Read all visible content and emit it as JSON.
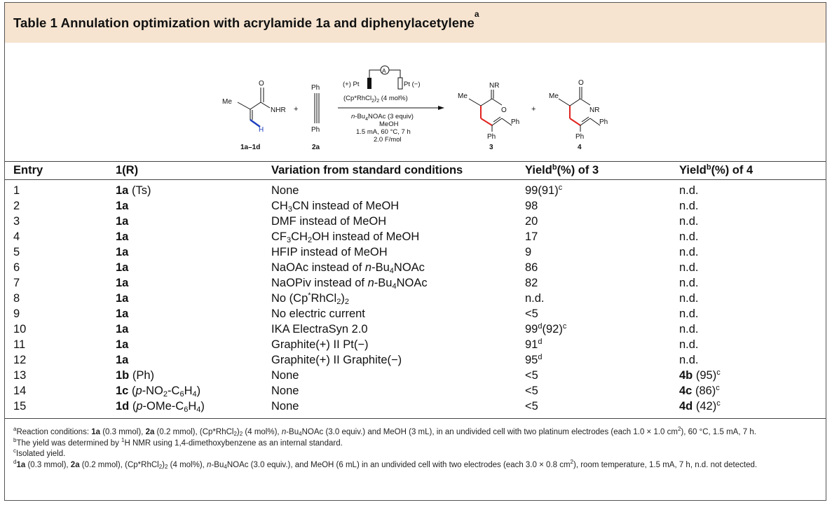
{
  "title": {
    "text": "Table 1 Annulation optimization with acrylamide 1a and diphenylacetylene",
    "sup": "a"
  },
  "scheme": {
    "reactant1_me": "Me",
    "reactant1_o": "O",
    "reactant1_nhr": "NHR",
    "reactant1_h": "H",
    "reactant1_label": "1a–1d",
    "plus1": "+",
    "alkyne_ph_top": "Ph",
    "alkyne_ph_bottom": "Ph",
    "alkyne_label": "2a",
    "cell_anode": "(+) Pt",
    "cell_cathode": "Pt (−)",
    "cell_meter": "A",
    "catalyst": "(Cp*RhCl",
    "catalyst_sub": "2",
    "catalyst_tail": ")",
    "catalyst_sub2": "2",
    "catalyst_load": " (4 mol%)",
    "cond_base_pre": "n",
    "cond_base": "-Bu",
    "cond_base_sub": "4",
    "cond_base_tail": "NOAc (3 equiv)",
    "cond_solvent": "MeOH",
    "cond_params": "1.5 mA, 60 °C, 7 h",
    "cond_charge": "2.0 F/mol",
    "product3_nr": "NR",
    "product3_me": "Me",
    "product3_o": "O",
    "product3_ph_right": "Ph",
    "product3_ph_bottom": "Ph",
    "product3_label": "3",
    "plus2": "+",
    "product4_o": "O",
    "product4_me": "Me",
    "product4_nr": "NR",
    "product4_ph_right": "Ph",
    "product4_ph_bottom": "Ph",
    "product4_label": "4"
  },
  "table": {
    "headers": {
      "entry": "Entry",
      "reagent": "1(R)",
      "variation": "Variation from standard conditions",
      "yield3_a": "Yield",
      "yield3_sup": "b",
      "yield3_b": "(%) of 3",
      "yield4_a": "Yield",
      "yield4_sup": "b",
      "yield4_b": "(%) of 4"
    },
    "rows": [
      {
        "entry": "1",
        "reagent": "1a",
        "reagent_r": " (Ts)",
        "variation": "None",
        "y3": "99(91)",
        "y3_sup": "c",
        "y4": "n.d."
      },
      {
        "entry": "2",
        "reagent": "1a",
        "variation_a": "CH",
        "variation_sub1": "3",
        "variation_b": "CN instead of MeOH",
        "y3": "98",
        "y4": "n.d."
      },
      {
        "entry": "3",
        "reagent": "1a",
        "variation": "DMF instead of MeOH",
        "y3": "20",
        "y4": "n.d."
      },
      {
        "entry": "4",
        "reagent": "1a",
        "variation_a": "CF",
        "variation_sub1": "3",
        "variation_b": "CH",
        "variation_sub2": "2",
        "variation_c": "OH instead of MeOH",
        "y3": "17",
        "y4": "n.d."
      },
      {
        "entry": "5",
        "reagent": "1a",
        "variation": "HFIP instead of MeOH",
        "y3": "9",
        "y4": "n.d."
      },
      {
        "entry": "6",
        "reagent": "1a",
        "variation_a": "NaOAc instead of ",
        "variation_i": "n",
        "variation_b": "-Bu",
        "variation_sub1": "4",
        "variation_c": "NOAc",
        "y3": "86",
        "y4": "n.d."
      },
      {
        "entry": "7",
        "reagent": "1a",
        "variation_a": "NaOPiv instead of ",
        "variation_i": "n",
        "variation_b": "-Bu",
        "variation_sub1": "4",
        "variation_c": "NOAc",
        "y3": "82",
        "y4": "n.d."
      },
      {
        "entry": "8",
        "reagent": "1a",
        "variation_a": "No (Cp",
        "variation_sup": "*",
        "variation_b": "RhCl",
        "variation_sub1": "2",
        "variation_c": ")",
        "variation_sub2": "2",
        "y3": "n.d.",
        "y4": "n.d."
      },
      {
        "entry": "9",
        "reagent": "1a",
        "variation": "No electric current",
        "y3": "<5",
        "y4": "n.d."
      },
      {
        "entry": "10",
        "reagent": "1a",
        "variation": "IKA ElectraSyn 2.0",
        "y3": "99",
        "y3_sup": "d",
        "y3_b": "(92)",
        "y3_sup2": "c",
        "y4": "n.d."
      },
      {
        "entry": "11",
        "reagent": "1a",
        "variation": "Graphite(+) II Pt(−)",
        "y3": "91",
        "y3_sup": "d",
        "y4": "n.d."
      },
      {
        "entry": "12",
        "reagent": "1a",
        "variation": "Graphite(+) II Graphite(−)",
        "y3": "95",
        "y3_sup": "d",
        "y4": "n.d."
      },
      {
        "entry": "13",
        "reagent": "1b",
        "reagent_r": " (Ph)",
        "variation": "None",
        "y3": "<5",
        "y4": "4b",
        "y4_b": " (95)",
        "y4_sup": "c"
      },
      {
        "entry": "14",
        "reagent": "1c",
        "reagent_r_a": " (",
        "reagent_r_i": "p",
        "reagent_r_b": "-NO",
        "reagent_r_sub1": "2",
        "reagent_r_c": "-C",
        "reagent_r_sub2": "6",
        "reagent_r_d": "H",
        "reagent_r_sub3": "4",
        "reagent_r_e": ")",
        "variation": "None",
        "y3": "<5",
        "y4": "4c",
        "y4_b": " (86)",
        "y4_sup": "c"
      },
      {
        "entry": "15",
        "reagent": "1d",
        "reagent_r_a": " (",
        "reagent_r_i": "p",
        "reagent_r_b": "-OMe-C",
        "reagent_r_sub1": "6",
        "reagent_r_c": "H",
        "reagent_r_sub2": "4",
        "reagent_r_d": ")",
        "variation": "None",
        "y3": "<5",
        "y4": "4d",
        "y4_b": " (42)",
        "y4_sup": "c"
      }
    ]
  },
  "footnotes": {
    "a": {
      "sup": "a",
      "t1": "Reaction conditions: ",
      "b1": "1a",
      "t2": " (0.3 mmol), ",
      "b2": "2a",
      "t3": " (0.2 mmol), (Cp*RhCl",
      "sub1": "2",
      "t4": ")",
      "sub2": "2",
      "t5": " (4 mol%), ",
      "i1": "n",
      "t6": "-Bu",
      "sub3": "4",
      "t7": "NOAc (3.0 equiv.) and MeOH (3 mL), in an undivided cell with two platinum electrodes (each 1.0 × 1.0 cm",
      "sup2": "2",
      "t8": "), 60 °C, 1.5 mA, 7 h."
    },
    "b": {
      "sup": "b",
      "t1": "The yield was determined by ",
      "sup2": "1",
      "t2": "H NMR using 1,4-dimethoxybenzene as an internal standard."
    },
    "c": {
      "sup": "c",
      "t1": "Isolated yield."
    },
    "d": {
      "sup": "d",
      "b1": "1a",
      "t1": " (0.3 mmol), ",
      "b2": "2a",
      "t2": " (0.2 mmol), (Cp*RhCl",
      "sub1": "2",
      "t3": ")",
      "sub2": "2",
      "t4": " (4 mol%), ",
      "i1": "n",
      "t5": "-Bu",
      "sub3": "4",
      "t6": "NOAc (3.0 equiv.), and MeOH (6 mL) in an undivided cell with two electrodes (each 3.0 × 0.8 cm",
      "sup2": "2",
      "t7": "), room temperature, 1.5 mA, 7 h, n.d. not detected."
    }
  },
  "colors": {
    "title_bg": "#f6e4d0",
    "highlight_bond": "#e0241f",
    "h_label": "#1f3fbf"
  }
}
